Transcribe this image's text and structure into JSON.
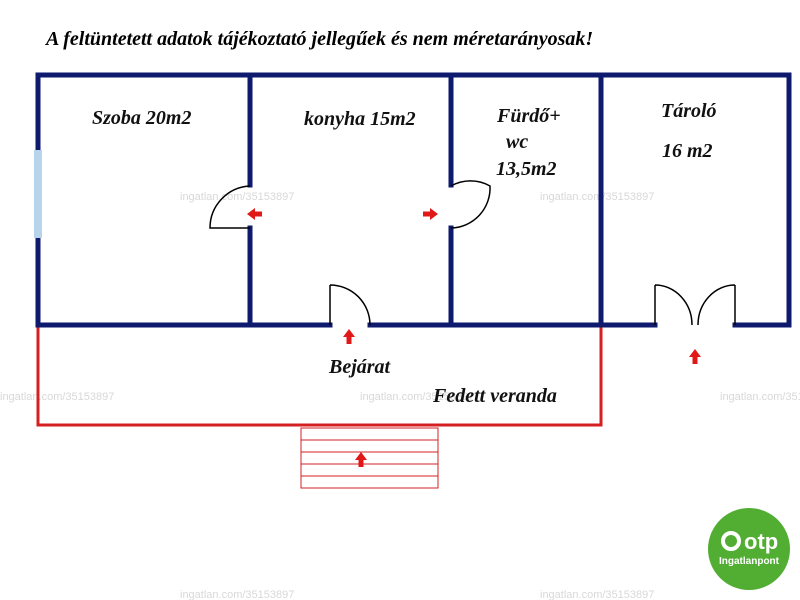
{
  "disclaimer": "A feltüntetett adatok tájékoztató jellegűek és nem méretarányosak!",
  "rooms": {
    "szoba": "Szoba 20m2",
    "konyha": "konyha 15m2",
    "furdo_line1": "Fürdő+",
    "furdo_line2": "wc",
    "furdo_line3": "13,5m2",
    "tarolo_line1": "Tároló",
    "tarolo_line2": "16 m2"
  },
  "labels": {
    "entrance": "Bejárat",
    "veranda": "Fedett veranda"
  },
  "watermark": "ingatlan.com/35153897",
  "logo": {
    "brand": "otp",
    "sub": "Ingatlanpont"
  },
  "colors": {
    "wall": "#0d1a6e",
    "veranda": "#d42020",
    "arrow": "#e01818",
    "window": "#b8d4ea",
    "logo_bg": "#52ae32"
  }
}
